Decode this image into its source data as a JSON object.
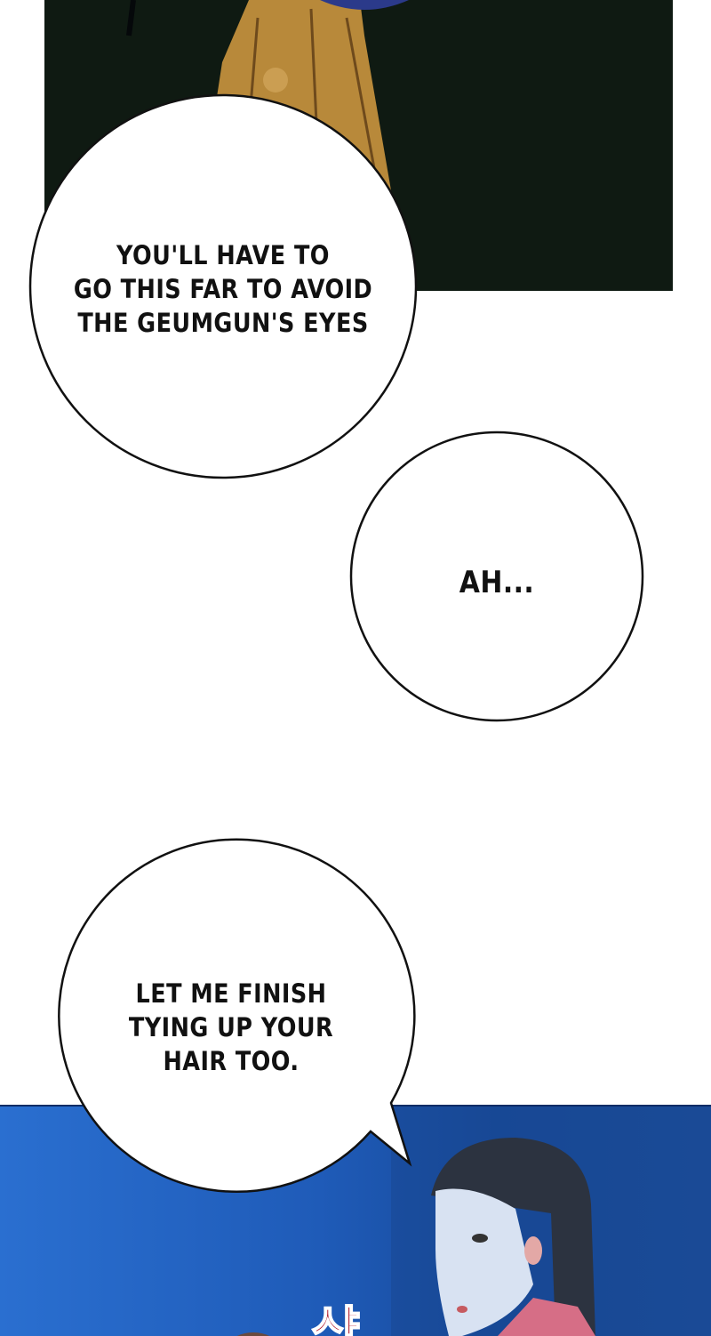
{
  "bubbles": [
    {
      "text_lines": [
        "YOU'LL HAVE TO",
        "GO THIS FAR TO AVOID",
        "THE GEUMGUN'S EYES"
      ]
    },
    {
      "text_lines": [
        "AH..."
      ]
    },
    {
      "text_lines": [
        "LET ME FINISH",
        "TYING UP YOUR",
        "HAIR TOO."
      ]
    }
  ],
  "sfx": "샥",
  "colors": {
    "top_panel_bg": "#0f1a12",
    "skirt": "#b8893a",
    "bottom_panel_bg": "#1f5bb8",
    "sfx": "#b0182a"
  }
}
